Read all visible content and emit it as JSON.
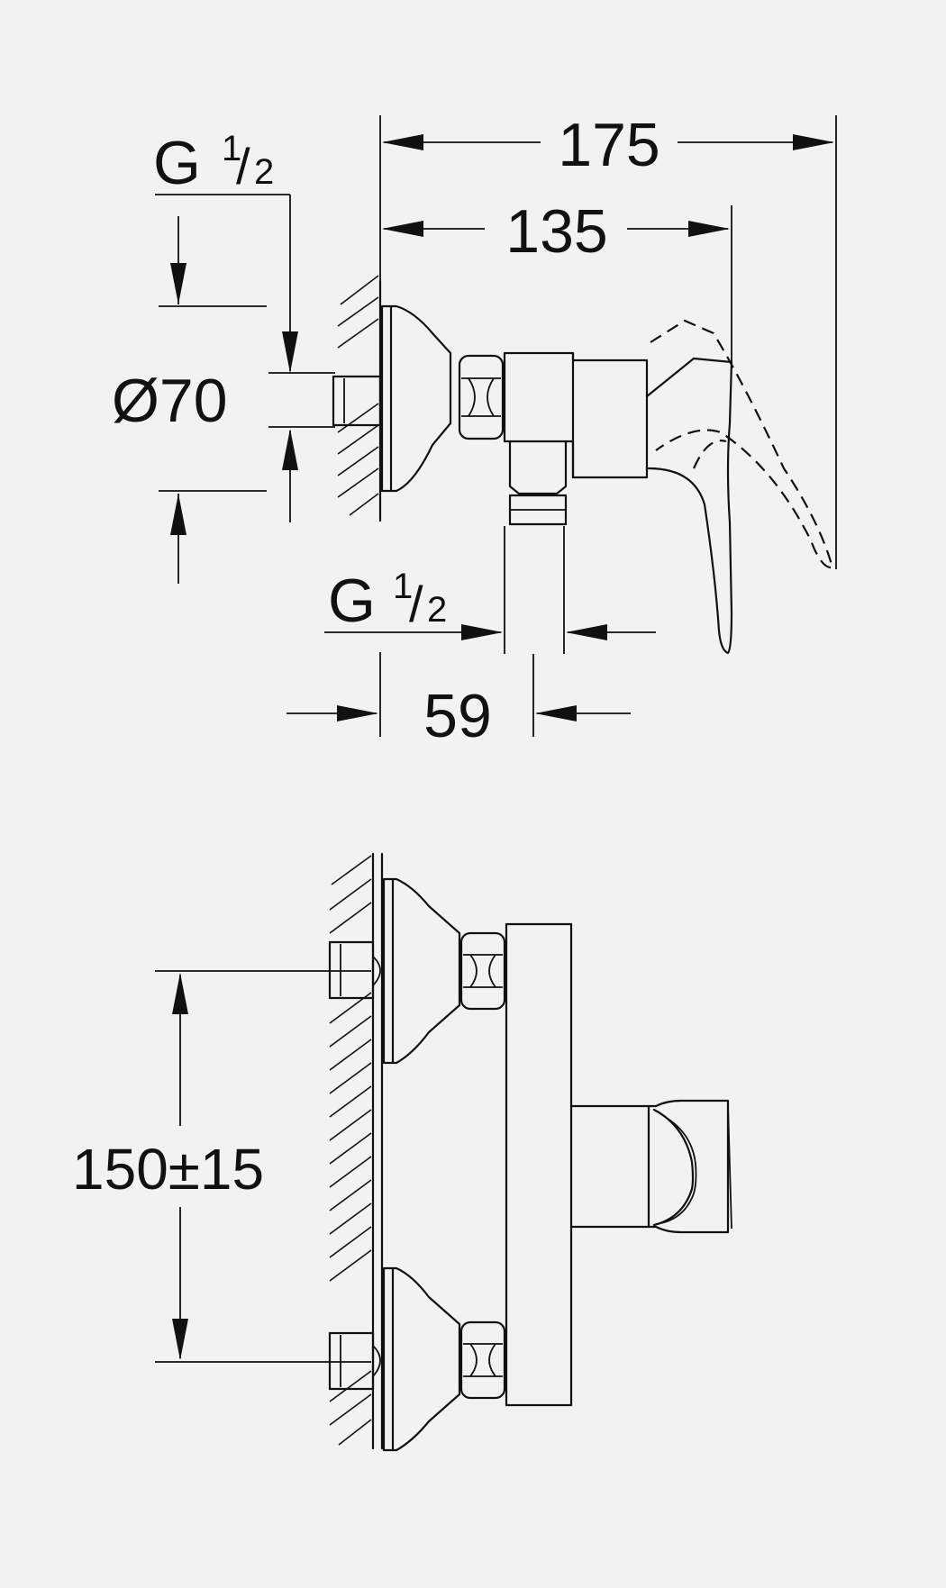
{
  "colors": {
    "background": "#f2f2f2",
    "ink": "#111111"
  },
  "dimensions": {
    "overall_depth": "175",
    "body_depth": "135",
    "inlet_thread": {
      "letter": "G",
      "num": "1",
      "den": "2"
    },
    "escutcheon_diameter": "Ø70",
    "outlet_thread": {
      "letter": "G",
      "num": "1",
      "den": "2"
    },
    "outlet_offset": "59",
    "inlet_spacing": "150±15"
  }
}
